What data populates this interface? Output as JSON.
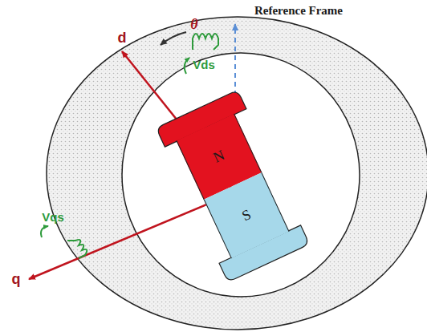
{
  "diagram": {
    "nodes": [
      {
        "text": [
          "N"
        ]
      },
      {
        "text": [
          "S"
        ]
      }
    ],
    "labels": [
      "Reference Frame",
      "θ",
      "d",
      "q",
      "Vds",
      "Vqs"
    ]
  }
}
